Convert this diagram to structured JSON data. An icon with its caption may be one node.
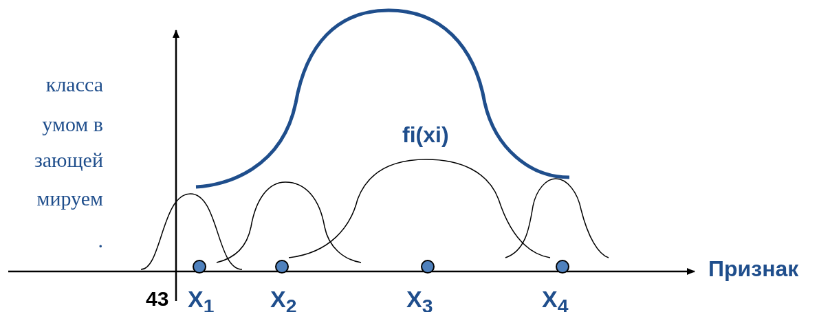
{
  "diagram": {
    "labels": [
      "класса",
      "умом в",
      "зающей",
      "мируем",
      ".",
      "fi(xi)",
      "Признак",
      "X$_{1}$",
      "43",
      "X$_{2}$",
      "X$_{3}$",
      "X$_{4}$"
    ]
  }
}
